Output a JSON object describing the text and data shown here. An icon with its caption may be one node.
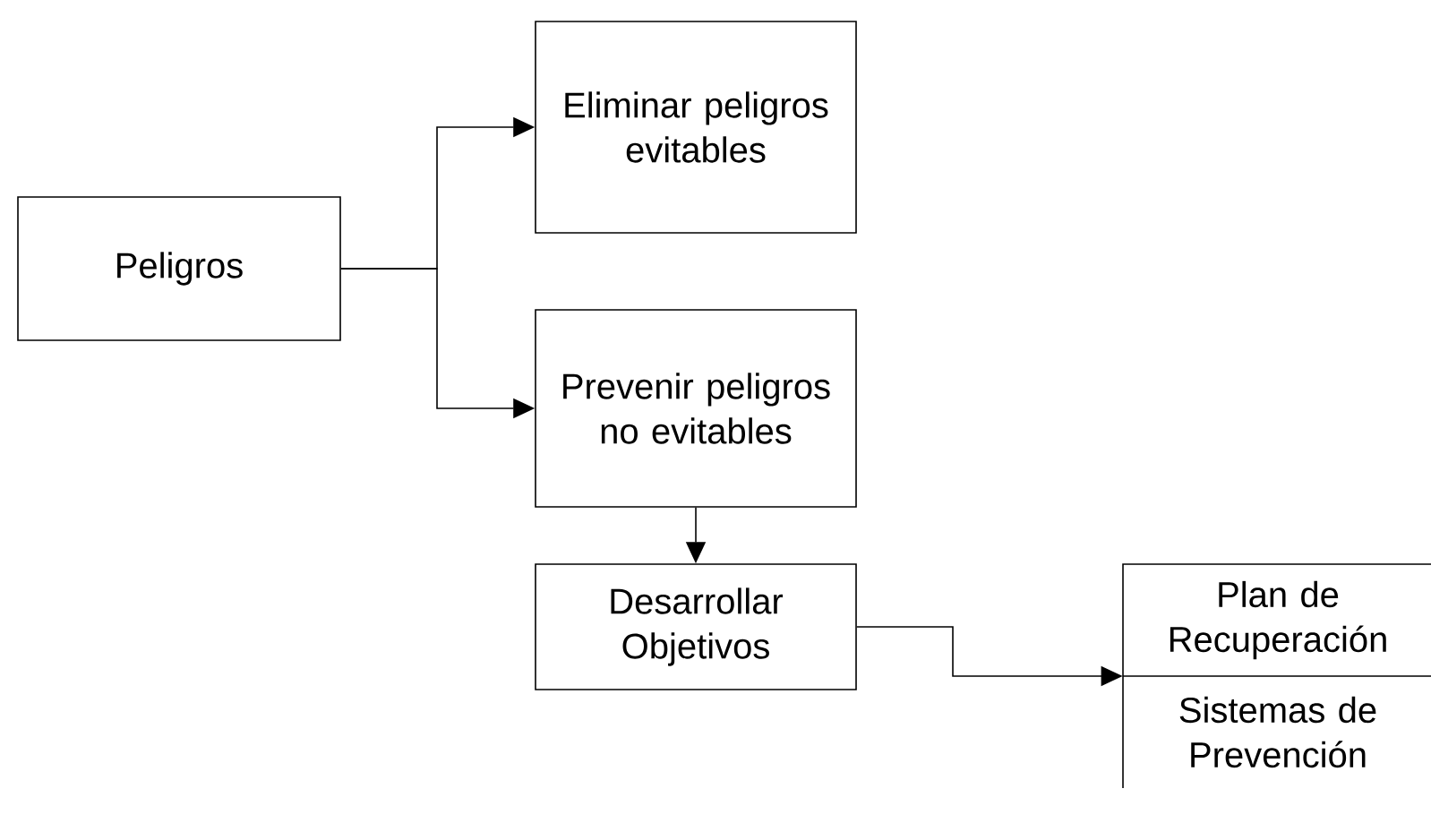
{
  "diagram": {
    "nodes": [
      {
        "text": [
          "Peligros"
        ]
      },
      {
        "text": [
          "Eliminar peligros evitables"
        ]
      },
      {
        "text": [
          "Prevenir peligros no evitables"
        ]
      },
      {
        "text": [
          "Desarrollar Objetivos"
        ]
      },
      {
        "text": [
          "Plan de Recuperación",
          "Sistemas de Prevención"
        ]
      }
    ],
    "edges": [
      {
        "from": 0,
        "to": 1,
        "arrow": "to"
      },
      {
        "from": 0,
        "to": 2,
        "arrow": "to"
      },
      {
        "from": 2,
        "to": 3,
        "arrow": "to"
      },
      {
        "from": 3,
        "to": 4,
        "arrow": "to"
      }
    ]
  }
}
